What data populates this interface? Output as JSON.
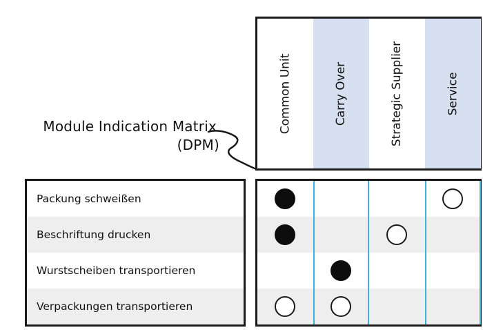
{
  "title": {
    "line1": "Module Indication Matrix",
    "line2": "(DPM)"
  },
  "columns": [
    {
      "label": "Common Unit",
      "shaded": false
    },
    {
      "label": "Carry Over",
      "shaded": true
    },
    {
      "label": "Strategic Supplier",
      "shaded": false
    },
    {
      "label": "Service",
      "shaded": true
    }
  ],
  "rows": [
    {
      "label": "Packung schweißen",
      "shaded": false
    },
    {
      "label": "Beschriftung drucken",
      "shaded": true
    },
    {
      "label": "Wurstscheiben transportieren",
      "shaded": false
    },
    {
      "label": "Verpackungen transportieren",
      "shaded": true
    }
  ],
  "cells": [
    [
      "filled",
      "",
      "",
      "empty"
    ],
    [
      "filled",
      "",
      "empty",
      ""
    ],
    [
      "",
      "filled",
      "",
      ""
    ],
    [
      "empty",
      "empty",
      "",
      ""
    ]
  ],
  "colors": {
    "column_shade": "#d6e0f0",
    "row_shade": "#eeeeee",
    "accent_line": "#3bb3d6",
    "filled_marker": "#0d0d0d"
  }
}
